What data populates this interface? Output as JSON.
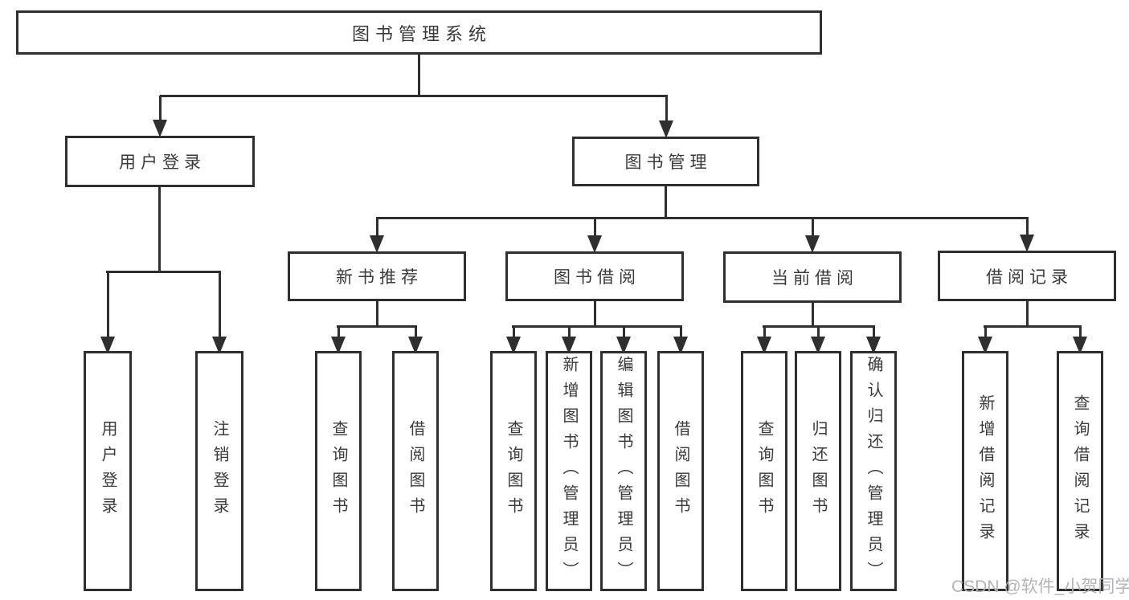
{
  "nodes": {
    "root": "图书管理系统",
    "user_login": "用户登录",
    "book_mgmt": "图书管理",
    "new_books": "新书推荐",
    "book_borrow": "图书借阅",
    "current_borrow": "当前借阅",
    "borrow_records": "借阅记录",
    "leaf_user_login": "用户登录",
    "leaf_logout": "注销登录",
    "leaf_nb_query": "查询图书",
    "leaf_nb_borrow": "借阅图书",
    "leaf_bb_query": "查询图书",
    "leaf_bb_add": "新增图书（管理员）",
    "leaf_bb_edit": "编辑图书（管理员）",
    "leaf_bb_borrow": "借阅图书",
    "leaf_cb_query": "查询图书",
    "leaf_cb_return": "归还图书",
    "leaf_cb_confirm": "确认归还（管理员）",
    "leaf_br_add": "新增借阅记录",
    "leaf_br_query": "查询借阅记录"
  },
  "watermark": "CSDN @软件_小贺同学",
  "colors": {
    "line": "#2f2f2f",
    "text": "#3a3a3a",
    "watermark": "#b4b4b8"
  }
}
